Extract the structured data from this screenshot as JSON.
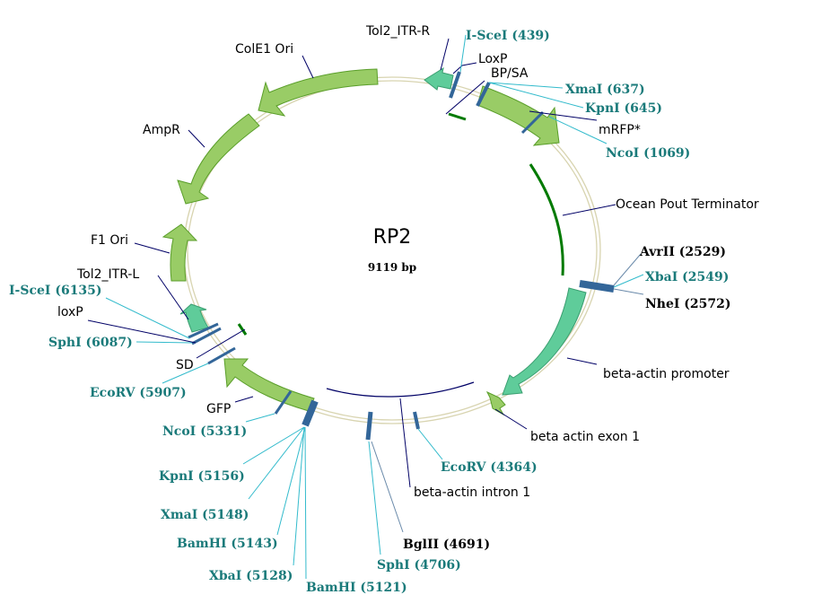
{
  "plasmid": {
    "name": "RP2",
    "length_label": "9119 bp",
    "length_bp": 9119
  },
  "colors": {
    "backbone": "#d8d4b0",
    "feature_light": "#99cc66",
    "feature_light_stroke": "#5a9e2a",
    "feature_teal": "#5fcc9a",
    "feature_teal_stroke": "#3a9e70",
    "site_marker": "#336699",
    "misc_green": "#007a00",
    "leader_feature": "#000066",
    "leader_site": "#33bbcc",
    "site_text_teal": "#1a7a7a",
    "site_text_black": "#000000"
  },
  "features": [
    {
      "id": "tol2-itr-r",
      "label": "Tol2_ITR-R"
    },
    {
      "id": "loxp-r",
      "label": "LoxP"
    },
    {
      "id": "bp-sa",
      "label": "BP/SA"
    },
    {
      "id": "mrfp",
      "label": "mRFP*"
    },
    {
      "id": "ocean-pout-terminator",
      "label": "Ocean Pout Terminator"
    },
    {
      "id": "beta-actin-promoter",
      "label": "beta-actin promoter"
    },
    {
      "id": "beta-actin-exon-1",
      "label": "beta actin exon 1"
    },
    {
      "id": "beta-actin-intron-1",
      "label": "beta-actin intron 1"
    },
    {
      "id": "gfp",
      "label": "GFP"
    },
    {
      "id": "sd",
      "label": "SD"
    },
    {
      "id": "loxp-l",
      "label": "loxP"
    },
    {
      "id": "tol2-itr-l",
      "label": "Tol2_ITR-L"
    },
    {
      "id": "f1-ori",
      "label": "F1 Ori"
    },
    {
      "id": "ampr",
      "label": "AmpR"
    },
    {
      "id": "cole1-ori",
      "label": "ColE1 Ori"
    }
  ],
  "sites": [
    {
      "label": "I-SceI (439)",
      "unique": false
    },
    {
      "label": "XmaI (637)",
      "unique": false
    },
    {
      "label": "KpnI (645)",
      "unique": false
    },
    {
      "label": "NcoI (1069)",
      "unique": false
    },
    {
      "label": "AvrII (2529)",
      "unique": true
    },
    {
      "label": "XbaI (2549)",
      "unique": false
    },
    {
      "label": "NheI (2572)",
      "unique": true
    },
    {
      "label": "EcoRV (4364)",
      "unique": false
    },
    {
      "label": "BglII (4691)",
      "unique": true
    },
    {
      "label": "SphI (4706)",
      "unique": false
    },
    {
      "label": "BamHI (5121)",
      "unique": false
    },
    {
      "label": "XbaI (5128)",
      "unique": false
    },
    {
      "label": "BamHI (5143)",
      "unique": false
    },
    {
      "label": "XmaI (5148)",
      "unique": false
    },
    {
      "label": "KpnI (5156)",
      "unique": false
    },
    {
      "label": "NcoI (5331)",
      "unique": false
    },
    {
      "label": "EcoRV (5907)",
      "unique": false
    },
    {
      "label": "SphI (6087)",
      "unique": false
    },
    {
      "label": "I-SceI (6135)",
      "unique": false
    }
  ]
}
